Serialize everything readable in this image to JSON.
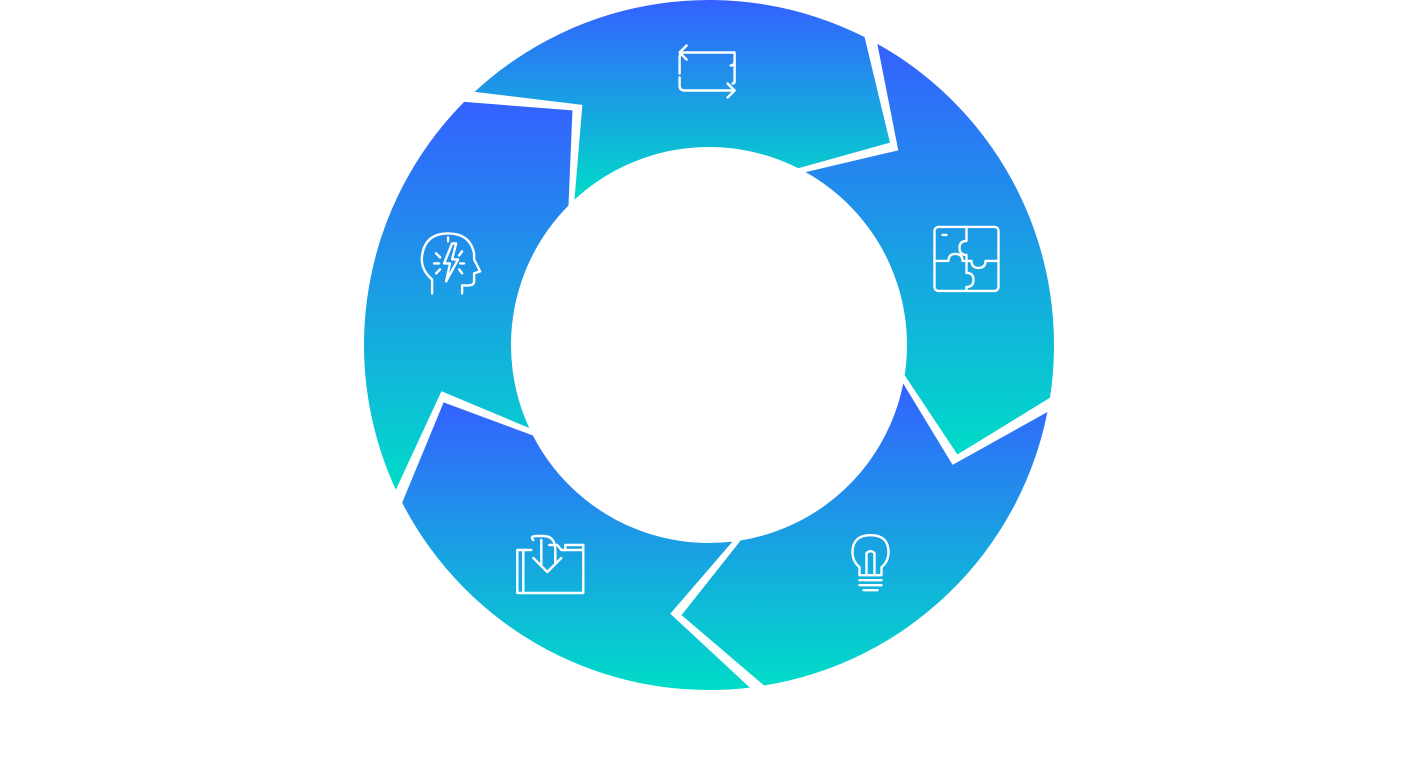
{
  "diagram": {
    "type": "cycle",
    "colors": {
      "gradient_top": "#3461FF",
      "gradient_bottom": "#00DCC8",
      "background": "#FFFFFF",
      "icon": "#FFFFFF"
    },
    "segments": [
      {
        "id": "segment-1",
        "icon": "repeat-arrows-icon"
      },
      {
        "id": "segment-2",
        "icon": "puzzle-icon"
      },
      {
        "id": "segment-3",
        "icon": "lightbulb-icon"
      },
      {
        "id": "segment-4",
        "icon": "folder-download-icon"
      },
      {
        "id": "segment-5",
        "icon": "head-brainstorm-icon"
      }
    ]
  }
}
